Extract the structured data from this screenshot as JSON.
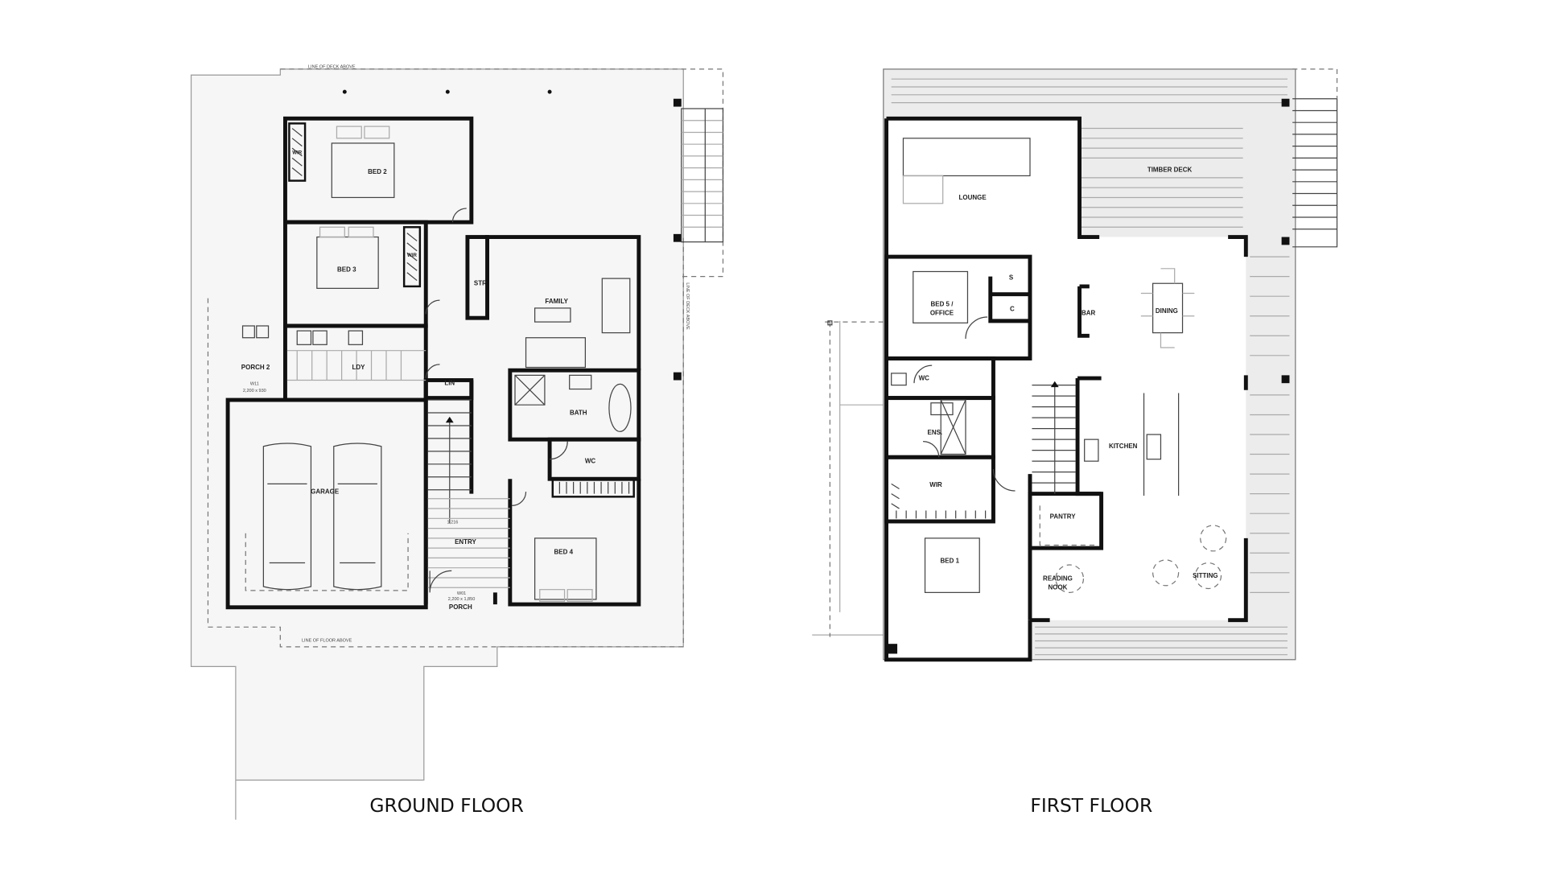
{
  "ground_floor": {
    "caption": "GROUND FLOOR",
    "notes": {
      "line_of_deck_above": "LINE OF DECK ABOVE",
      "line_of_floor_above": "LINE OF FLOOR ABOVE",
      "porch2_window": "W11",
      "porch2_window_size": "2,200 x 930",
      "porch_window": "W01",
      "porch_window_size": "2,200 x 1,850",
      "entry_dim": "1,216"
    },
    "rooms": {
      "bed2": "BED 2",
      "bed2_wir": "WIR",
      "bed3": "BED 3",
      "bed3_wir": "WIR",
      "str": "STR",
      "family": "FAMILY",
      "porch2": "PORCH 2",
      "ldy": "LDY",
      "lin": "LIN",
      "garage": "GARAGE",
      "bath": "BATH",
      "wc": "WC",
      "entry": "ENTRY",
      "bed4": "BED 4",
      "porch": "PORCH"
    }
  },
  "first_floor": {
    "caption": "FIRST FLOOR",
    "rooms": {
      "lounge": "LOUNGE",
      "timber_deck": "TIMBER DECK",
      "bed5_line1": "BED 5 /",
      "bed5_line2": "OFFICE",
      "s": "S",
      "c": "C",
      "bar": "BAR",
      "dining": "DINING",
      "wc": "WC",
      "ens": "ENS.",
      "wir": "WIR",
      "kitchen": "KITCHEN",
      "pantry": "PANTRY",
      "bed1": "BED 1",
      "reading_line1": "READING",
      "reading_line2": "NOOK",
      "sitting": "SITTING"
    }
  }
}
